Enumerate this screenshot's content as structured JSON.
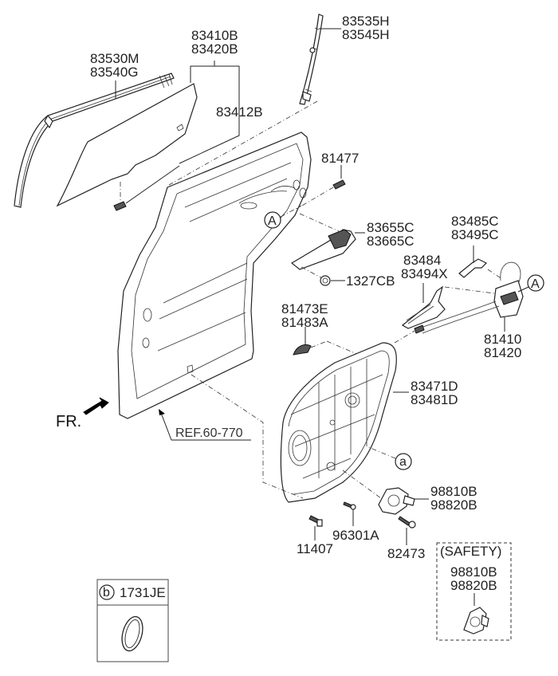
{
  "diagram": {
    "title": "Rear Door Module Parts Diagram",
    "parts": {
      "glass_run": [
        "83530M",
        "83540G"
      ],
      "door_glass": [
        "83410B",
        "83420B"
      ],
      "glass_bolt": "83412B",
      "channel": [
        "83535H",
        "83545H"
      ],
      "bolt_81477": "81477",
      "handle_base": [
        "83655C",
        "83665C"
      ],
      "nut": "1327CB",
      "rod_holder": [
        "83485C",
        "83495C"
      ],
      "cover": [
        "83484",
        "83494X"
      ],
      "latch": [
        "81410",
        "81420"
      ],
      "lock_cover": [
        "81473E",
        "81483A"
      ],
      "module_panel": [
        "83471D",
        "83481D"
      ],
      "motor": [
        "98810B",
        "98820B"
      ],
      "bolt_11407": "11407",
      "screw_96301A": "96301A",
      "screw_82473": "82473",
      "safety_motor": [
        "98810B",
        "98820B"
      ]
    },
    "callouts": {
      "a_lower": "a",
      "A_door": "A",
      "A_latch": "A",
      "b_legend": "b"
    },
    "safety_box_label": "(SAFETY)",
    "legend_box": {
      "letter": "b",
      "part": "1731JE"
    },
    "front_indicator": "FR.",
    "reference": "REF.60-770"
  }
}
